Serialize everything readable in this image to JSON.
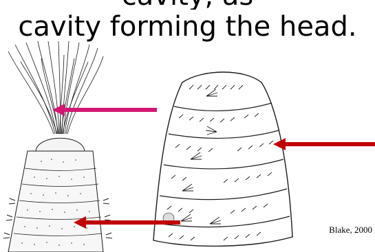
{
  "slide": {
    "cut_line": "cavity, as",
    "title_line": "cavity forming the head.",
    "credit": "Blake, 2000"
  },
  "colors": {
    "magenta_arrow": "#d31873",
    "red_arrow": "#c00000",
    "line": "#1a1a1a"
  }
}
